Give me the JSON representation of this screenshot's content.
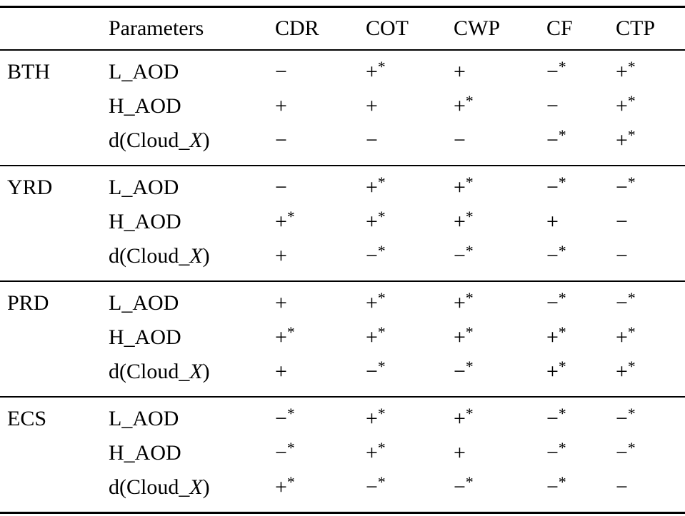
{
  "colors": {
    "text": "#000000",
    "background": "#ffffff",
    "rule": "#000000"
  },
  "table": {
    "header": {
      "region_blank": "",
      "parameters": "Parameters",
      "cols": [
        "CDR",
        "COT",
        "CWP",
        "CF",
        "CTP"
      ]
    },
    "groups": [
      {
        "region": "BTH",
        "rows": [
          {
            "param": [
              {
                "t": "L_AOD"
              }
            ],
            "values": [
              "−",
              "+*",
              "+",
              "−*",
              "+*"
            ]
          },
          {
            "param": [
              {
                "t": "H_AOD"
              }
            ],
            "values": [
              "+",
              "+",
              "+*",
              "−",
              "+*"
            ]
          },
          {
            "param": [
              {
                "t": "d(Cloud_"
              },
              {
                "t": "X",
                "i": true
              },
              {
                "t": ")"
              }
            ],
            "values": [
              "−",
              "−",
              "−",
              "−*",
              "+*"
            ]
          }
        ]
      },
      {
        "region": "YRD",
        "rows": [
          {
            "param": [
              {
                "t": "L_AOD"
              }
            ],
            "values": [
              "−",
              "+*",
              "+*",
              "−*",
              "−*"
            ]
          },
          {
            "param": [
              {
                "t": "H_AOD"
              }
            ],
            "values": [
              "+*",
              "+*",
              "+*",
              "+",
              "−"
            ]
          },
          {
            "param": [
              {
                "t": "d(Cloud_"
              },
              {
                "t": "X",
                "i": true
              },
              {
                "t": ")"
              }
            ],
            "values": [
              "+",
              "−*",
              "−*",
              "−*",
              "−"
            ]
          }
        ]
      },
      {
        "region": "PRD",
        "rows": [
          {
            "param": [
              {
                "t": "L_AOD"
              }
            ],
            "values": [
              "+",
              "+*",
              "+*",
              "−*",
              "−*"
            ]
          },
          {
            "param": [
              {
                "t": "H_AOD"
              }
            ],
            "values": [
              "+*",
              "+*",
              "+*",
              "+*",
              "+*"
            ]
          },
          {
            "param": [
              {
                "t": "d(Cloud_"
              },
              {
                "t": "X",
                "i": true
              },
              {
                "t": ")"
              }
            ],
            "values": [
              "+",
              "−*",
              "−*",
              "+*",
              "+*"
            ]
          }
        ]
      },
      {
        "region": "ECS",
        "rows": [
          {
            "param": [
              {
                "t": "L_AOD"
              }
            ],
            "values": [
              "−*",
              "+*",
              "+*",
              "−*",
              "−*"
            ]
          },
          {
            "param": [
              {
                "t": "H_AOD"
              }
            ],
            "values": [
              "−*",
              "+*",
              "+",
              "−*",
              "−*"
            ]
          },
          {
            "param": [
              {
                "t": "d(Cloud_"
              },
              {
                "t": "X",
                "i": true
              },
              {
                "t": ")"
              }
            ],
            "values": [
              "+*",
              "−*",
              "−*",
              "−*",
              "−"
            ]
          }
        ]
      }
    ]
  }
}
